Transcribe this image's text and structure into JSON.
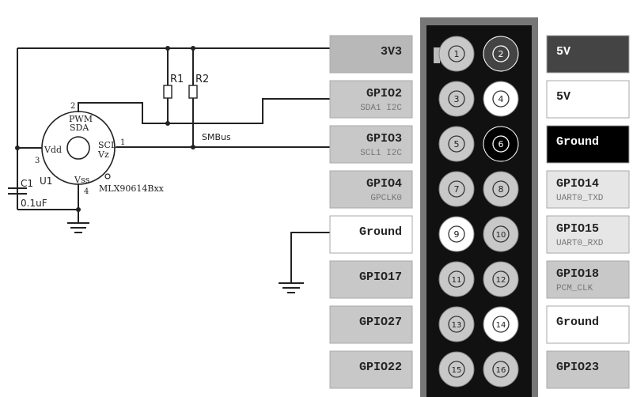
{
  "schematic": {
    "resistors": [
      "R1",
      "R2"
    ],
    "capacitor": {
      "name": "C1",
      "value": "0.1uF"
    },
    "sensor": {
      "ref": "U1",
      "part": "MLX90614Bxx",
      "pins": {
        "pwm": "PWM",
        "sda": "SDA",
        "scl": "SCL",
        "vz": "Vz",
        "vdd": "Vdd",
        "vss": "Vss",
        "n1": "1",
        "n2": "2",
        "n3": "3",
        "n4": "4"
      }
    },
    "bus_label": "SMBus"
  },
  "header": {
    "left": [
      {
        "name": "3V3",
        "sub": "",
        "shade": "#b8b8b8"
      },
      {
        "name": "GPIO2",
        "sub": "SDA1 I2C",
        "shade": "#c8c8c8"
      },
      {
        "name": "GPIO3",
        "sub": "SCL1 I2C",
        "shade": "#c8c8c8"
      },
      {
        "name": "GPIO4",
        "sub": "GPCLK0",
        "shade": "#c8c8c8"
      },
      {
        "name": "Ground",
        "sub": "",
        "shade": "#ffffff"
      },
      {
        "name": "GPIO17",
        "sub": "",
        "shade": "#c8c8c8"
      },
      {
        "name": "GPIO27",
        "sub": "",
        "shade": "#c8c8c8"
      },
      {
        "name": "GPIO22",
        "sub": "",
        "shade": "#c8c8c8"
      }
    ],
    "right": [
      {
        "name": "5V",
        "sub": "",
        "shade": "#444444"
      },
      {
        "name": "5V",
        "sub": "",
        "shade": "#ffffff"
      },
      {
        "name": "Ground",
        "sub": "",
        "shade": "#000000"
      },
      {
        "name": "GPIO14",
        "sub": "UART0_TXD",
        "shade": "#e6e6e6"
      },
      {
        "name": "GPIO15",
        "sub": "UART0_RXD",
        "shade": "#e6e6e6"
      },
      {
        "name": "GPIO18",
        "sub": "PCM_CLK",
        "shade": "#c8c8c8"
      },
      {
        "name": "Ground",
        "sub": "",
        "shade": "#ffffff"
      },
      {
        "name": "GPIO23",
        "sub": "",
        "shade": "#c8c8c8"
      }
    ],
    "pins_left": [
      "1",
      "3",
      "5",
      "7",
      "9",
      "11",
      "13",
      "15"
    ],
    "pins_right": [
      "2",
      "4",
      "6",
      "8",
      "10",
      "12",
      "14",
      "16"
    ],
    "pin_fill_left": [
      "#c8c8c8",
      "#c8c8c8",
      "#c8c8c8",
      "#c8c8c8",
      "#ffffff",
      "#c8c8c8",
      "#c8c8c8",
      "#c8c8c8"
    ],
    "pin_fill_right": [
      "#444444",
      "#ffffff",
      "#000000",
      "#c8c8c8",
      "#c8c8c8",
      "#c8c8c8",
      "#ffffff",
      "#c8c8c8"
    ]
  }
}
